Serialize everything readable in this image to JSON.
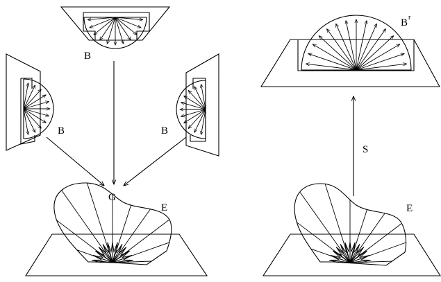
{
  "labels": {
    "b_top": "B",
    "b_left": "B",
    "b_right": "B",
    "g": "G",
    "e_left": "E",
    "b_r_base": "B",
    "b_r_sup": "r",
    "s": "S",
    "e_right": "E"
  },
  "colors": {
    "ink": "#000000",
    "background": "#ffffff"
  }
}
